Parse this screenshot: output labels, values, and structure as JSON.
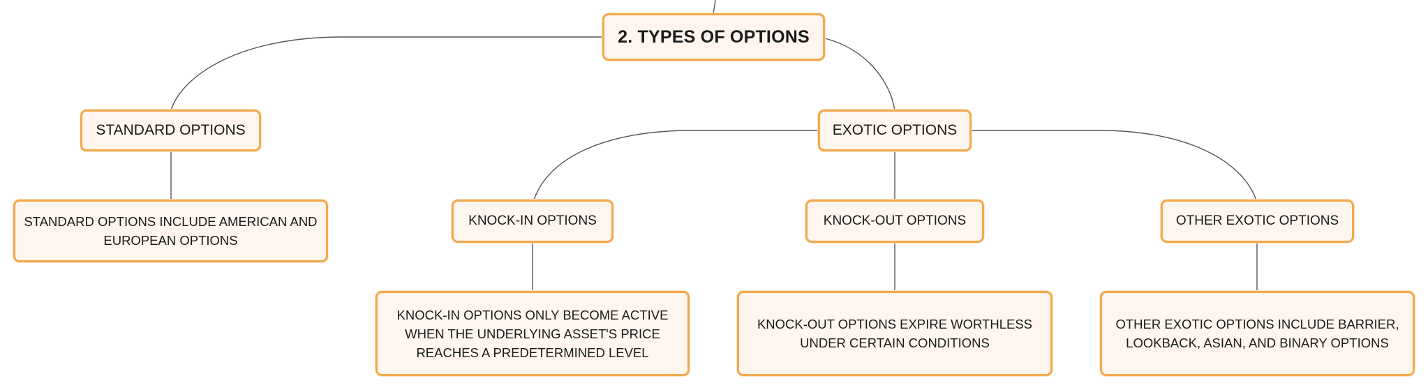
{
  "colors": {
    "node_border": "#f2a94e",
    "node_fill": "#fdf5ee",
    "connector": "#555555",
    "text": "#1a1a1a"
  },
  "root": {
    "label": "2. TYPES OF OPTIONS"
  },
  "branches": {
    "standard": {
      "label": "STANDARD OPTIONS",
      "detail": "STANDARD OPTIONS INCLUDE AMERICAN AND EUROPEAN OPTIONS"
    },
    "exotic": {
      "label": "EXOTIC OPTIONS",
      "children": {
        "knock_in": {
          "label": "KNOCK-IN OPTIONS",
          "detail": "KNOCK-IN OPTIONS ONLY BECOME ACTIVE WHEN THE UNDERLYING ASSET'S PRICE REACHES A PREDETERMINED LEVEL"
        },
        "knock_out": {
          "label": "KNOCK-OUT OPTIONS",
          "detail": "KNOCK-OUT OPTIONS EXPIRE WORTHLESS UNDER CERTAIN CONDITIONS"
        },
        "other_exotic": {
          "label": "OTHER EXOTIC OPTIONS",
          "detail": "OTHER EXOTIC OPTIONS INCLUDE BARRIER, LOOKBACK, ASIAN, AND BINARY OPTIONS"
        }
      }
    }
  }
}
